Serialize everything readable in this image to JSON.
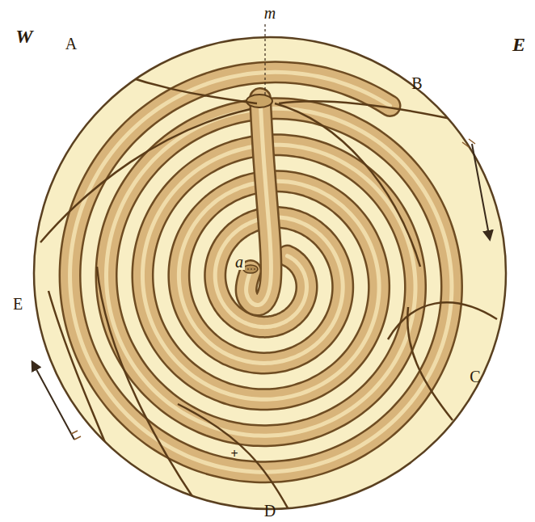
{
  "diagram": {
    "labels": [
      "W",
      "m",
      "E",
      "A",
      "B",
      "E",
      "C",
      "D",
      "a",
      "+"
    ]
  }
}
